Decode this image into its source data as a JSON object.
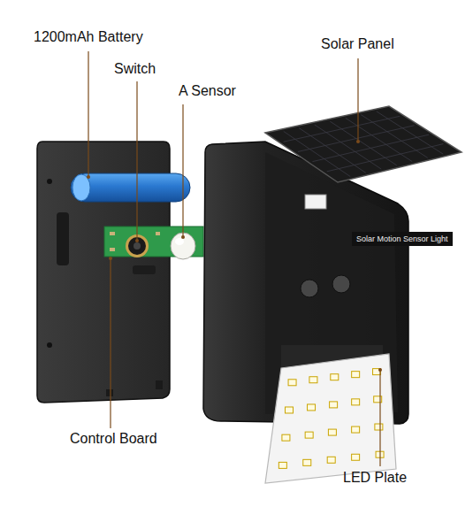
{
  "diagram": {
    "labels": [
      "1200mAh Battery",
      "Solar Panel",
      "Switch",
      "A Sensor",
      "Solar Motion Sensor Light",
      "Control Board",
      "LED Plate"
    ]
  }
}
